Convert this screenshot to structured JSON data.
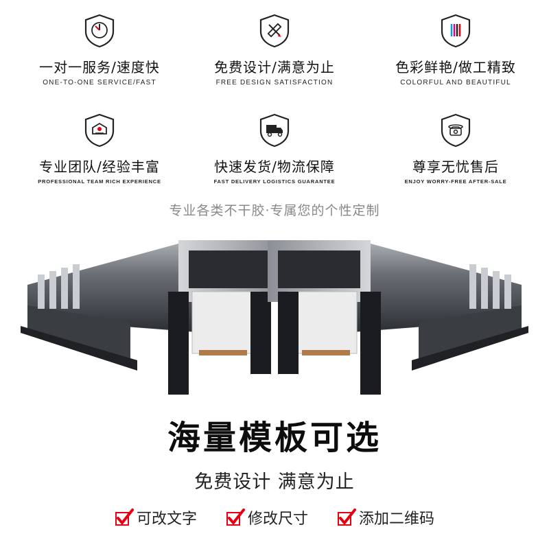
{
  "features": [
    {
      "icon": "clock-icon",
      "cn": "一对一服务/速度快",
      "en": "ONE-TO-ONE SERVICE/FAST",
      "small": false
    },
    {
      "icon": "pencil-ruler-icon",
      "cn": "免费设计/满意为止",
      "en": "FREE DESIGN SATISFACTION",
      "small": false
    },
    {
      "icon": "color-bars-icon",
      "cn": "色彩鲜艳/做工精致",
      "en": "COLORFUL AND BEAUTIFUL",
      "small": false
    },
    {
      "icon": "team-icon",
      "cn": "专业团队/经验丰富",
      "en": "PROFESSIONAL TEAM RICH EXPERIENCE",
      "small": true
    },
    {
      "icon": "truck-icon",
      "cn": "快速发货/物流保障",
      "en": "FAST DELIVERY LOGISTICS GUARANTEE",
      "small": true
    },
    {
      "icon": "phone-icon",
      "cn": "尊享无忧售后",
      "en": "ENJOY WORRY-FREE AFTER-SALE",
      "small": true
    }
  ],
  "tagline": "专业各类不干胶·专属您的个性定制",
  "headline": "海量模板可选",
  "subline": "免费设计 满意为止",
  "checks": [
    "可改文字",
    "修改尺寸",
    "添加二维码"
  ],
  "colors": {
    "accent": "#e60012",
    "shield": "#222222",
    "tagline": "#888888"
  }
}
